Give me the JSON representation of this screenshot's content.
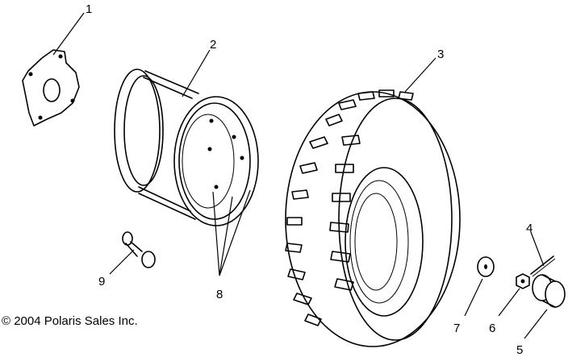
{
  "copyright": "© 2004 Polaris Sales Inc.",
  "callouts": {
    "c1": "1",
    "c2": "2",
    "c3": "3",
    "c4": "4",
    "c5": "5",
    "c6": "6",
    "c7": "7",
    "c8": "8",
    "c9": "9"
  }
}
